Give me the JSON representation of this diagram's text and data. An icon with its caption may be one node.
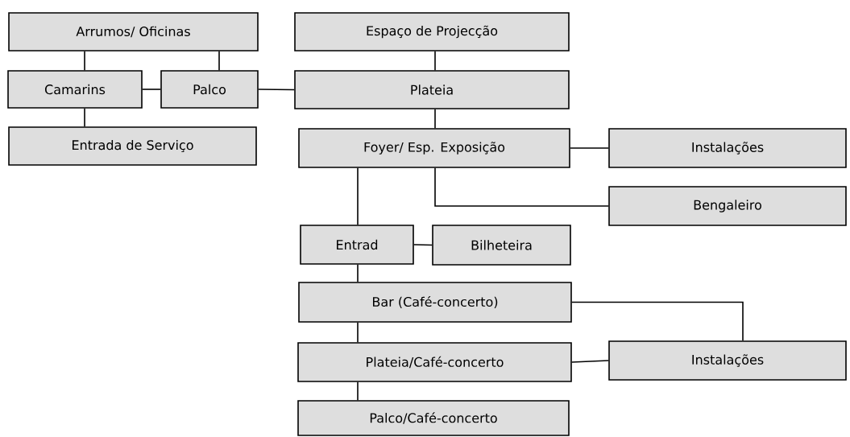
{
  "diagram": {
    "nodes": [
      {
        "text": [
          "Arrumos/ Oficinas"
        ]
      },
      {
        "text": [
          "Espaço de Projecção"
        ]
      },
      {
        "text": [
          "Camarins"
        ]
      },
      {
        "text": [
          "Palco"
        ]
      },
      {
        "text": [
          "Plateia"
        ]
      },
      {
        "text": [
          "Entrada de Serviço"
        ]
      },
      {
        "text": [
          "Foyer/ Esp. Exposição"
        ]
      },
      {
        "text": [
          "Instalações"
        ]
      },
      {
        "text": [
          "Bengaleiro"
        ]
      },
      {
        "text": [
          "Entrad"
        ]
      },
      {
        "text": [
          "Bilheteira"
        ]
      },
      {
        "text": [
          "Bar (Café-concerto)"
        ]
      },
      {
        "text": [
          "Plateia/Café-concerto"
        ]
      },
      {
        "text": [
          "Instalações"
        ]
      },
      {
        "text": [
          "Palco/Café-concerto"
        ]
      }
    ],
    "edges": [
      {
        "from": 0,
        "to": 2,
        "arrow": "none"
      },
      {
        "from": 0,
        "to": 3,
        "arrow": "none"
      },
      {
        "from": 2,
        "to": 3,
        "arrow": "none"
      },
      {
        "from": 3,
        "to": 4,
        "arrow": "none"
      },
      {
        "from": 1,
        "to": 4,
        "arrow": "none"
      },
      {
        "from": 2,
        "to": 5,
        "arrow": "none"
      },
      {
        "from": 4,
        "to": 6,
        "arrow": "none"
      },
      {
        "from": 6,
        "to": 7,
        "arrow": "none"
      },
      {
        "from": 6,
        "to": 8,
        "arrow": "none"
      },
      {
        "from": 6,
        "to": 9,
        "arrow": "none"
      },
      {
        "from": 9,
        "to": 10,
        "arrow": "none"
      },
      {
        "from": 9,
        "to": 11,
        "arrow": "none"
      },
      {
        "from": 11,
        "to": 13,
        "arrow": "none"
      },
      {
        "from": 11,
        "to": 12,
        "arrow": "none"
      },
      {
        "from": 12,
        "to": 13,
        "arrow": "none"
      },
      {
        "from": 12,
        "to": 14,
        "arrow": "none"
      }
    ]
  }
}
